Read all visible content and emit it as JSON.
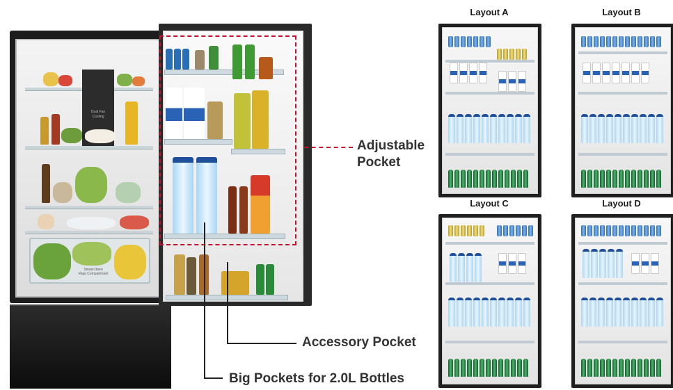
{
  "callouts": {
    "adjustable_line1": "Adjustable",
    "adjustable_line2": "Pocket",
    "accessory": "Accessory Pocket",
    "big_pockets": "Big Pockets for 2.0L Bottles"
  },
  "interior_text": {
    "panel_lines": [
      "Dual Fan",
      "Cooling"
    ],
    "drawer_lines": [
      "Smart-Open",
      "Vege Compartment"
    ]
  },
  "layouts": [
    {
      "title": "Layout A"
    },
    {
      "title": "Layout B"
    },
    {
      "title": "Layout C"
    },
    {
      "title": "Layout D"
    }
  ],
  "colors": {
    "highlight": "#c8102e",
    "label_text": "#333333",
    "fridge_black": "#1d1d1d"
  }
}
